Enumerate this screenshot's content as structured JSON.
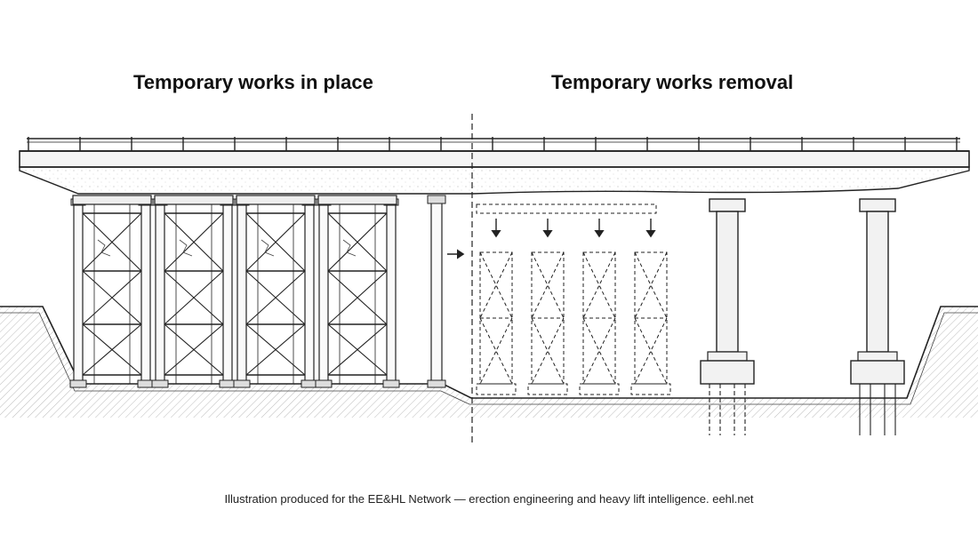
{
  "titles": {
    "left": "Temporary works in place",
    "right": "Temporary works removal"
  },
  "caption": "Illustration produced for the EE&HL Network — erection engineering and heavy lift intelligence. eehl.net",
  "colors": {
    "line": "#222222",
    "hatch": "#555555",
    "deck_fill": "#f4f4f4",
    "pier_fill": "#f2f2f2",
    "background": "#ffffff"
  },
  "diagram": {
    "left_panel": {
      "shoring_towers": 4,
      "single_props": 1,
      "lateral_arrow": "right-arrow-icon"
    },
    "right_panel": {
      "dashed_removed_towers": 4,
      "lowering_arrows": 4,
      "permanent_piers": 2
    }
  }
}
